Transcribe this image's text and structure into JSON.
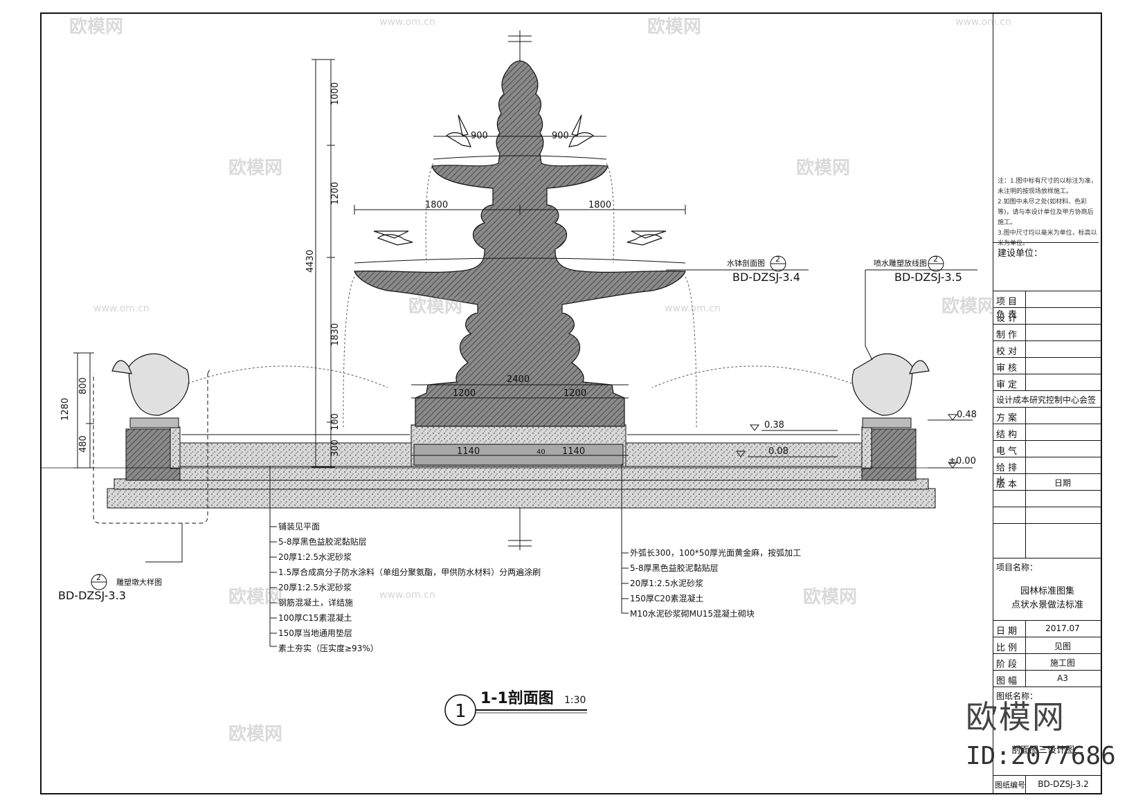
{
  "drawing": {
    "section_title": "1-1剖面图",
    "section_number": "1",
    "scale": "1:30",
    "dimensions": {
      "top_1000": "1000",
      "top_1200": "1200",
      "top_1830": "1830",
      "total_4430": "4430",
      "base_300": "300",
      "base_100": "100",
      "left_1280": "1280",
      "left_800": "800",
      "left_480": "480",
      "upper_900_l": "900",
      "upper_900_r": "900",
      "mid_1800_l": "1800",
      "mid_1800_r": "1800",
      "base_2400": "2400",
      "base_1200_l": "1200",
      "base_1200_r": "1200",
      "pool_1140_l": "1140",
      "pool_1140_r": "1140",
      "small_40": "40"
    },
    "levels": {
      "l048": "0.48",
      "l038": "0.38",
      "l008": "0.08",
      "l000": "±0.00"
    },
    "callouts": {
      "c1_label": "水钵剖面图",
      "c1_num": "2",
      "c1_ref": "BD-DZSJ-3.4",
      "c2_label": "喷水雕塑放线图",
      "c2_num": "2",
      "c2_ref": "BD-DZSJ-3.5",
      "c3_label": "雕塑墩大样图",
      "c3_num": "2",
      "c3_ref": "BD-DZSJ-3.3"
    },
    "notes_left": [
      "铺装见平面",
      "5-8厚黑色益胶泥黏贴层",
      "20厚1:2.5水泥砂浆",
      "1.5厚合成高分子防水涂料（单组分聚氨酯，甲供防水材料）分两遍涂刷",
      "20厚1:2.5水泥砂浆",
      "钢筋混凝土，详结施",
      "100厚C15素混凝土",
      "150厚当地通用垫层",
      "素土夯实（压实度≥93%）"
    ],
    "notes_right": [
      "外弧长300，100*50厚光面黄金麻，按弧加工",
      "5-8厚黑色益胶泥黏贴层",
      "20厚1:2.5水泥砂浆",
      "150厚C20素混凝土",
      "M10水泥砂浆砌MU15混凝土砌块"
    ]
  },
  "title_block": {
    "notes": [
      "注：1.图中标有尺寸的以标注为准，未注明的按现场放样施工。",
      "2.如图中未尽之处(如材料、色彩等)，请与本设计单位及甲方协商后施工。",
      "3.图中尺寸均以毫米为单位，标高以米为单位。"
    ],
    "client_label": "建设单位：",
    "rows_top": [
      {
        "k": "项目负责",
        "v": ""
      },
      {
        "k": "设计",
        "v": ""
      },
      {
        "k": "制作",
        "v": ""
      },
      {
        "k": "校对",
        "v": ""
      },
      {
        "k": "审核",
        "v": ""
      },
      {
        "k": "审定",
        "v": ""
      }
    ],
    "company": "设计成本研究控制中心会签",
    "rows_mid": [
      {
        "k": "方案",
        "v": ""
      },
      {
        "k": "结构",
        "v": ""
      },
      {
        "k": "电气",
        "v": ""
      },
      {
        "k": "给排水",
        "v": ""
      },
      {
        "k": "版本",
        "v": "日期"
      }
    ],
    "project_label": "项目名称：",
    "project_name_1": "园林标准图集",
    "project_name_2": "点状水景做法标准",
    "rows_bottom": [
      {
        "k": "日期",
        "v": "2017.07"
      },
      {
        "k": "比例",
        "v": "见图"
      },
      {
        "k": "阶段",
        "v": "施工图"
      },
      {
        "k": "图幅",
        "v": "A3"
      }
    ],
    "drawing_name_label": "图纸名称：",
    "drawing_name": "剖面图三设计图二",
    "drawing_no_label": "图纸编号",
    "drawing_no": "BD-DZSJ-3.2"
  },
  "watermark": {
    "brand": "欧模网",
    "id": "ID:2077686",
    "url": "www.om.cn"
  }
}
